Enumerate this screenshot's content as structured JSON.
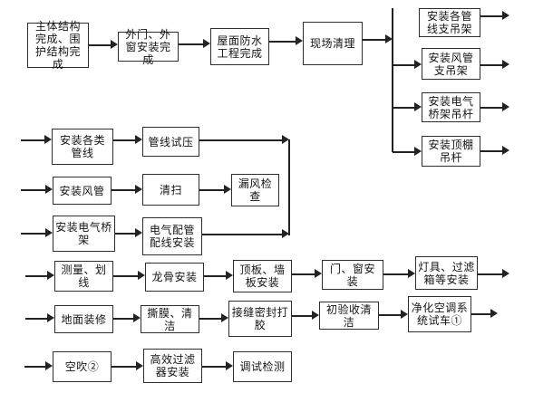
{
  "diagram": {
    "type": "flowchart",
    "language": "zh-CN",
    "colors": {
      "background": "#ffffff",
      "line": "#232323",
      "box_border": "#2e2e2e",
      "text": "#141414"
    },
    "nodes": {
      "structure_done": {
        "label": "主体结构完成、围护结构完成"
      },
      "ext_doors_windows": {
        "label": "外门、外窗安装完成"
      },
      "roof_waterproof": {
        "label": "屋面防水工程完成"
      },
      "site_clean": {
        "label": "现场清理"
      },
      "pipe_support_hangers": {
        "label": "安装各管线支吊架"
      },
      "duct_support_hangers": {
        "label": "安装风管支吊架"
      },
      "cable_tray_hanger_rods": {
        "label": "安装电气桥架吊杆"
      },
      "ceiling_hanger_rods": {
        "label": "安装顶棚吊杆"
      },
      "install_pipelines": {
        "label": "安装各类管线"
      },
      "pipeline_pressure_test": {
        "label": "管线试压"
      },
      "install_air_ducts": {
        "label": "安装风管"
      },
      "sweep": {
        "label": "清扫"
      },
      "air_leak_check": {
        "label": "漏风检查"
      },
      "install_cable_tray": {
        "label": "安装电气桥架"
      },
      "conduit_wiring_install": {
        "label": "电气配管配线安装"
      },
      "measure_markline": {
        "label": "测量、划线"
      },
      "keel_install": {
        "label": "龙骨安装"
      },
      "ceiling_wall_panel_install": {
        "label": "顶板、墙板安装"
      },
      "door_window_install": {
        "label": "门、窗安装"
      },
      "lights_filter_boxes_install": {
        "label": "灯具、过滤箱等安装"
      },
      "floor_finishing": {
        "label": "地面装修"
      },
      "film_removal_cleaning": {
        "label": "撕膜、清洁"
      },
      "seam_sealing": {
        "label": "接缝密封打胶"
      },
      "initial_acceptance_cleaning": {
        "label": "初验收清洁"
      },
      "purify_hvac_test_run": {
        "label": "净化空调系统试车①"
      },
      "air_blow": {
        "label": "空吹②"
      },
      "hepa_filter_install": {
        "label": "高效过滤器安装"
      },
      "debug_testing": {
        "label": "调试检测"
      }
    },
    "edges": [
      {
        "from": "structure_done",
        "to": "ext_doors_windows"
      },
      {
        "from": "ext_doors_windows",
        "to": "roof_waterproof"
      },
      {
        "from": "roof_waterproof",
        "to": "site_clean"
      },
      {
        "from": "site_clean",
        "to": "pipe_support_hangers"
      },
      {
        "from": "site_clean",
        "to": "duct_support_hangers"
      },
      {
        "from": "site_clean",
        "to": "cable_tray_hanger_rods"
      },
      {
        "from": "site_clean",
        "to": "ceiling_hanger_rods"
      },
      {
        "from": "pipe_support_hangers",
        "to": "continue-right"
      },
      {
        "from": "duct_support_hangers",
        "to": "continue-right"
      },
      {
        "from": "cable_tray_hanger_rods",
        "to": "continue-right"
      },
      {
        "from": "ceiling_hanger_rods",
        "to": "continue-right"
      },
      {
        "from": "continue-left",
        "to": "install_pipelines"
      },
      {
        "from": "install_pipelines",
        "to": "pipeline_pressure_test"
      },
      {
        "from": "pipeline_pressure_test",
        "to": "merge-bar"
      },
      {
        "from": "continue-left",
        "to": "install_air_ducts"
      },
      {
        "from": "install_air_ducts",
        "to": "sweep"
      },
      {
        "from": "sweep",
        "to": "air_leak_check"
      },
      {
        "from": "continue-left",
        "to": "install_cable_tray"
      },
      {
        "from": "install_cable_tray",
        "to": "conduit_wiring_install"
      },
      {
        "from": "conduit_wiring_install",
        "to": "merge-bar"
      },
      {
        "from": "continue-left",
        "to": "measure_markline"
      },
      {
        "from": "measure_markline",
        "to": "keel_install"
      },
      {
        "from": "keel_install",
        "to": "ceiling_wall_panel_install"
      },
      {
        "from": "ceiling_wall_panel_install",
        "to": "door_window_install"
      },
      {
        "from": "door_window_install",
        "to": "lights_filter_boxes_install"
      },
      {
        "from": "lights_filter_boxes_install",
        "to": "continue-right"
      },
      {
        "from": "continue-left",
        "to": "floor_finishing"
      },
      {
        "from": "floor_finishing",
        "to": "film_removal_cleaning"
      },
      {
        "from": "film_removal_cleaning",
        "to": "seam_sealing"
      },
      {
        "from": "seam_sealing",
        "to": "initial_acceptance_cleaning"
      },
      {
        "from": "initial_acceptance_cleaning",
        "to": "purify_hvac_test_run"
      },
      {
        "from": "purify_hvac_test_run",
        "to": "continue-right"
      },
      {
        "from": "continue-left",
        "to": "air_blow"
      },
      {
        "from": "air_blow",
        "to": "hepa_filter_install"
      },
      {
        "from": "hepa_filter_install",
        "to": "debug_testing"
      }
    ]
  }
}
